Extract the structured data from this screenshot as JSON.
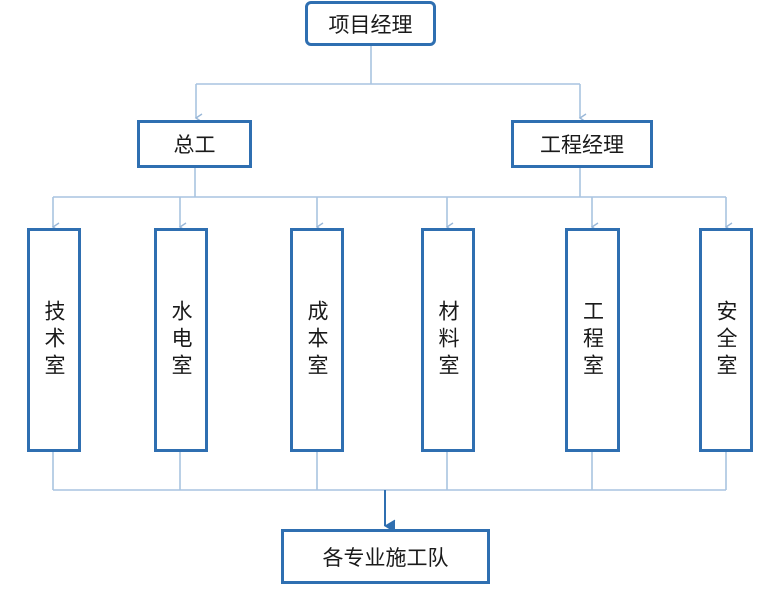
{
  "diagram": {
    "top": {
      "label": "项目经理"
    },
    "managers": [
      {
        "label": "总工"
      },
      {
        "label": "工程经理"
      }
    ],
    "departments": [
      {
        "label": "技术室"
      },
      {
        "label": "水电室"
      },
      {
        "label": "成本室"
      },
      {
        "label": "材料室"
      },
      {
        "label": "工程室"
      },
      {
        "label": "安全室"
      }
    ],
    "bottom": {
      "label": "各专业施工队"
    },
    "colors": {
      "box_border": "#2f6fb1",
      "connector": "#a9c4e0",
      "arrow_main": "#2f6fb1"
    }
  }
}
